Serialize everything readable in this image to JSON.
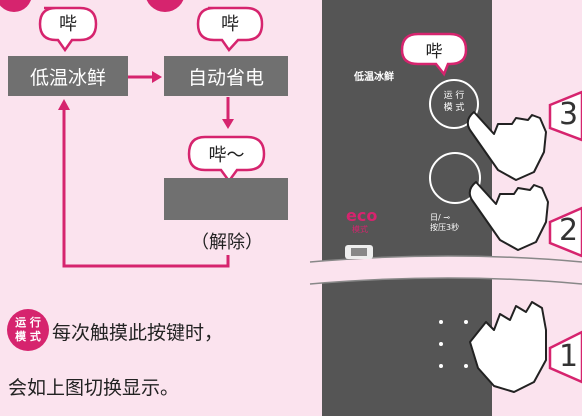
{
  "colors": {
    "background": "#fbe3ee",
    "accent": "#d6246e",
    "box": "#707070",
    "panel": "#555555"
  },
  "bubbles": {
    "beep_1": "哔",
    "beep_2": "哔",
    "beep_3": "哔～",
    "beep_panel": "哔"
  },
  "modes": {
    "mode_a": "低温冰鲜",
    "mode_b": "自动省电",
    "mode_c": "",
    "release": "（解除）"
  },
  "panel": {
    "mode_label": "低温冰鲜",
    "run_mode_button_line1": "运 行",
    "run_mode_button_line2": "模 式",
    "eco_logo": "eco",
    "eco_sub": "模式",
    "lock_line1": "日/ ⊸",
    "lock_line2": "按压3秒"
  },
  "steps": [
    "3",
    "2",
    "1"
  ],
  "instruction": {
    "badge_line1": "运 行",
    "badge_line2": "模 式",
    "line1_rest": "每次触摸此按键时，",
    "line2": "会如上图切换显示。"
  },
  "icons": [
    "hand-pointer-icon",
    "eco-mode-icon",
    "key-lock-icon"
  ]
}
